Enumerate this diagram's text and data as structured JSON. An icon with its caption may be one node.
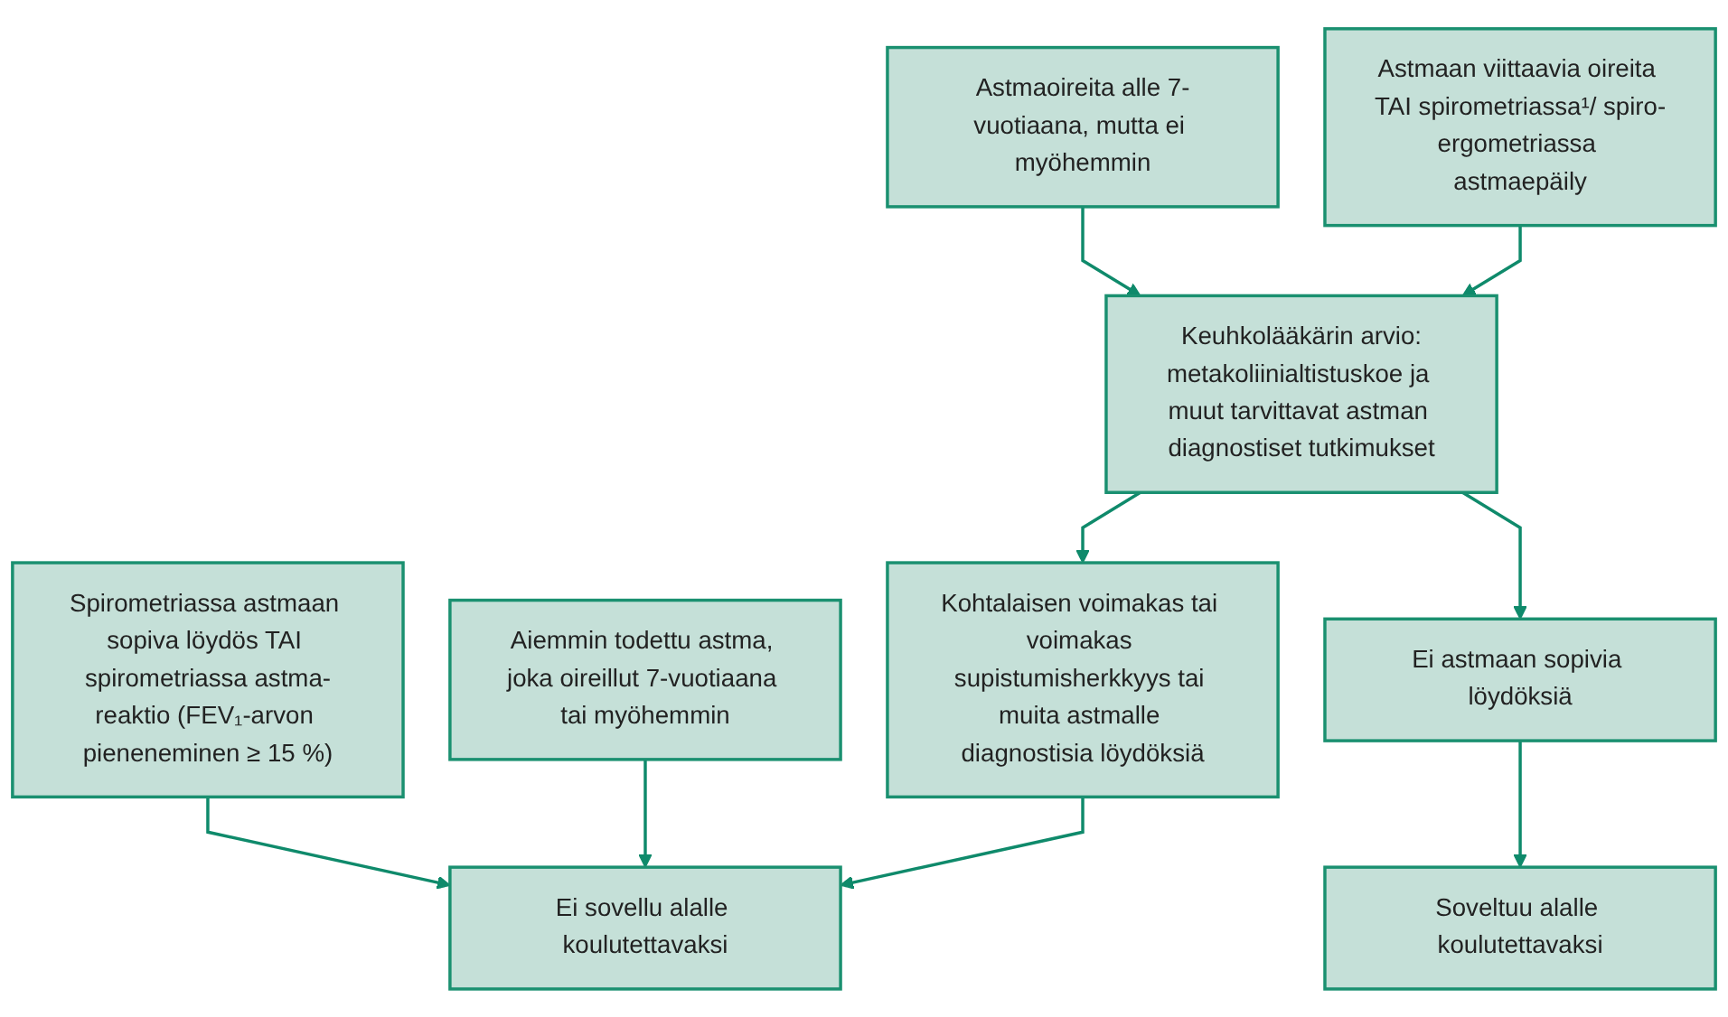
{
  "diagram": {
    "nodes": [
      {
        "text": [
          "Spirometriassa astmaan sopiva löydös TAI spirometriassa astma-reaktio (FEV₁-arvon pieneneminen ≥ 15 %)"
        ]
      },
      {
        "text": [
          "Aiemmin todettu astma, joka oireillut 7-vuotiaana tai myöhemmin"
        ]
      },
      {
        "text": [
          "Astmaoireita alle 7-vuotiaana, mutta ei myöhemmin"
        ]
      },
      {
        "text": [
          "Astmaan viittaavia oireita TAI spirometriassa¹/ spiro-ergometriassa astmaepäily"
        ]
      },
      {
        "text": [
          "Keuhkolääkärin arvio:",
          "metakoliinialtistuskoe ja muut tarvittavat astman diagnostiset tutkimukset"
        ]
      },
      {
        "text": [
          "Kohtalaisen voimakas tai voimakas supistumisherkkyys tai muita astmalle diagnostisia löydöksiä"
        ]
      },
      {
        "text": [
          "Ei astmaan sopivia löydöksiä"
        ]
      },
      {
        "text": [
          "Ei sovellu alalle koulutettavaksi"
        ]
      },
      {
        "text": [
          "Soveltuu alalle koulutettavaksi"
        ]
      }
    ],
    "edges": [
      {
        "from": 0,
        "to": 7,
        "arrow": "to"
      },
      {
        "from": 1,
        "to": 7,
        "arrow": "to"
      },
      {
        "from": 2,
        "to": 4,
        "arrow": "to"
      },
      {
        "from": 3,
        "to": 4,
        "arrow": "to"
      },
      {
        "from": 4,
        "to": 5,
        "arrow": "to"
      },
      {
        "from": 4,
        "to": 6,
        "arrow": "to"
      },
      {
        "from": 5,
        "to": 7,
        "arrow": "to"
      },
      {
        "from": 6,
        "to": 8,
        "arrow": "to"
      }
    ]
  }
}
